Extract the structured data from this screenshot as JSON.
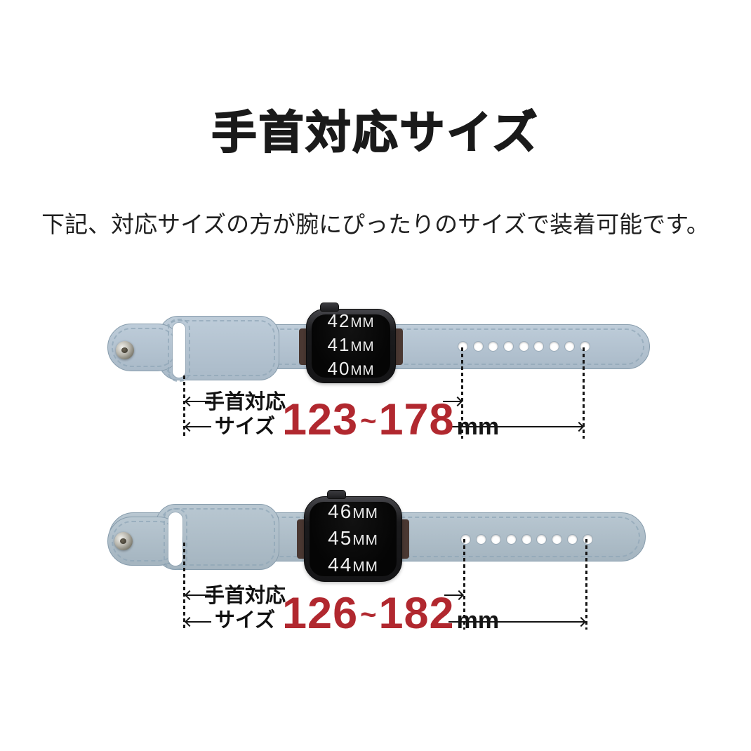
{
  "page": {
    "title": "手首対応サイズ",
    "subtitle": "下記、対応サイズの方が腕にぴったりのサイズで装着可能です。"
  },
  "colors": {
    "background": "#ffffff",
    "text": "#1a1a1a",
    "accent_red": "#b1282f",
    "band_1": "#b3c4d3",
    "band_2": "#adbeca",
    "stitch": "#8fa6b7",
    "watch_body": "#2a2a2d",
    "watch_screen": "#050505",
    "screen_text": "#f0f0f0"
  },
  "bands": [
    {
      "watch_display_sizes": [
        "42",
        "41",
        "40"
      ],
      "watch_size_unit": "MM",
      "wrist_label_line1": "手首対応",
      "wrist_label_line2": "サイズ",
      "range_min": "123",
      "range_separator": "~",
      "range_max": "178",
      "range_unit": "mm",
      "hole_count": 9
    },
    {
      "watch_display_sizes": [
        "46",
        "45",
        "44"
      ],
      "watch_size_unit": "MM",
      "wrist_label_line1": "手首対応",
      "wrist_label_line2": "サイズ",
      "range_min": "126",
      "range_separator": "~",
      "range_max": "182",
      "range_unit": "mm",
      "hole_count": 9
    }
  ]
}
